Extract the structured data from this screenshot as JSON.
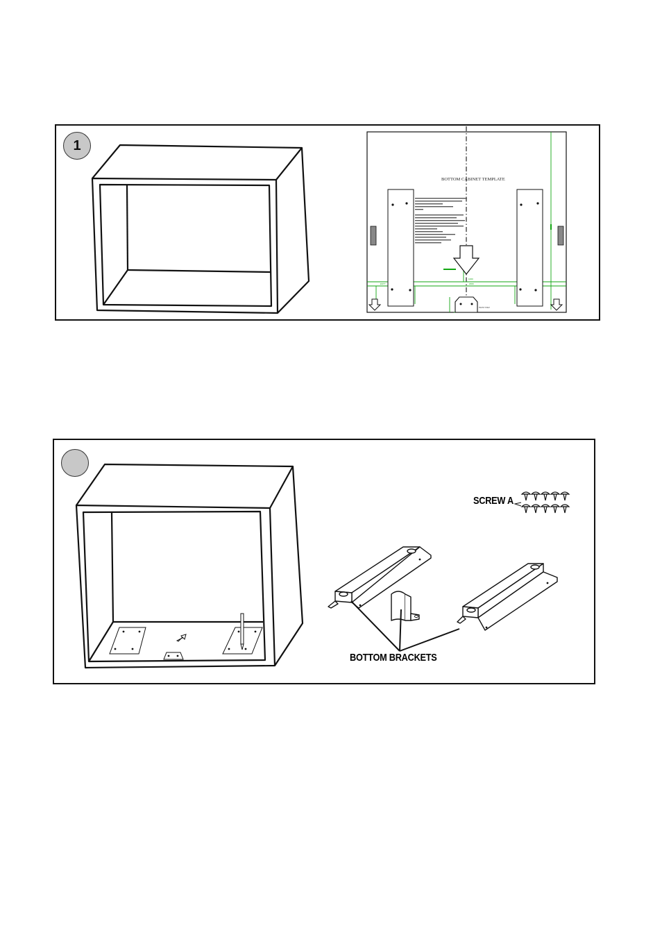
{
  "step1": {
    "number": "1",
    "template": {
      "title": "BOTTOM CABINET TEMPLATE",
      "front_label": "FRONT EDGE"
    }
  },
  "step2": {
    "number": "",
    "screw_label": "SCREW A",
    "brackets_label": "BOTTOM BRACKETS"
  },
  "colors": {
    "line": "#111111",
    "badge": "#c8c8c8",
    "template_green": "#11a611",
    "tab_gray": "#888888"
  }
}
